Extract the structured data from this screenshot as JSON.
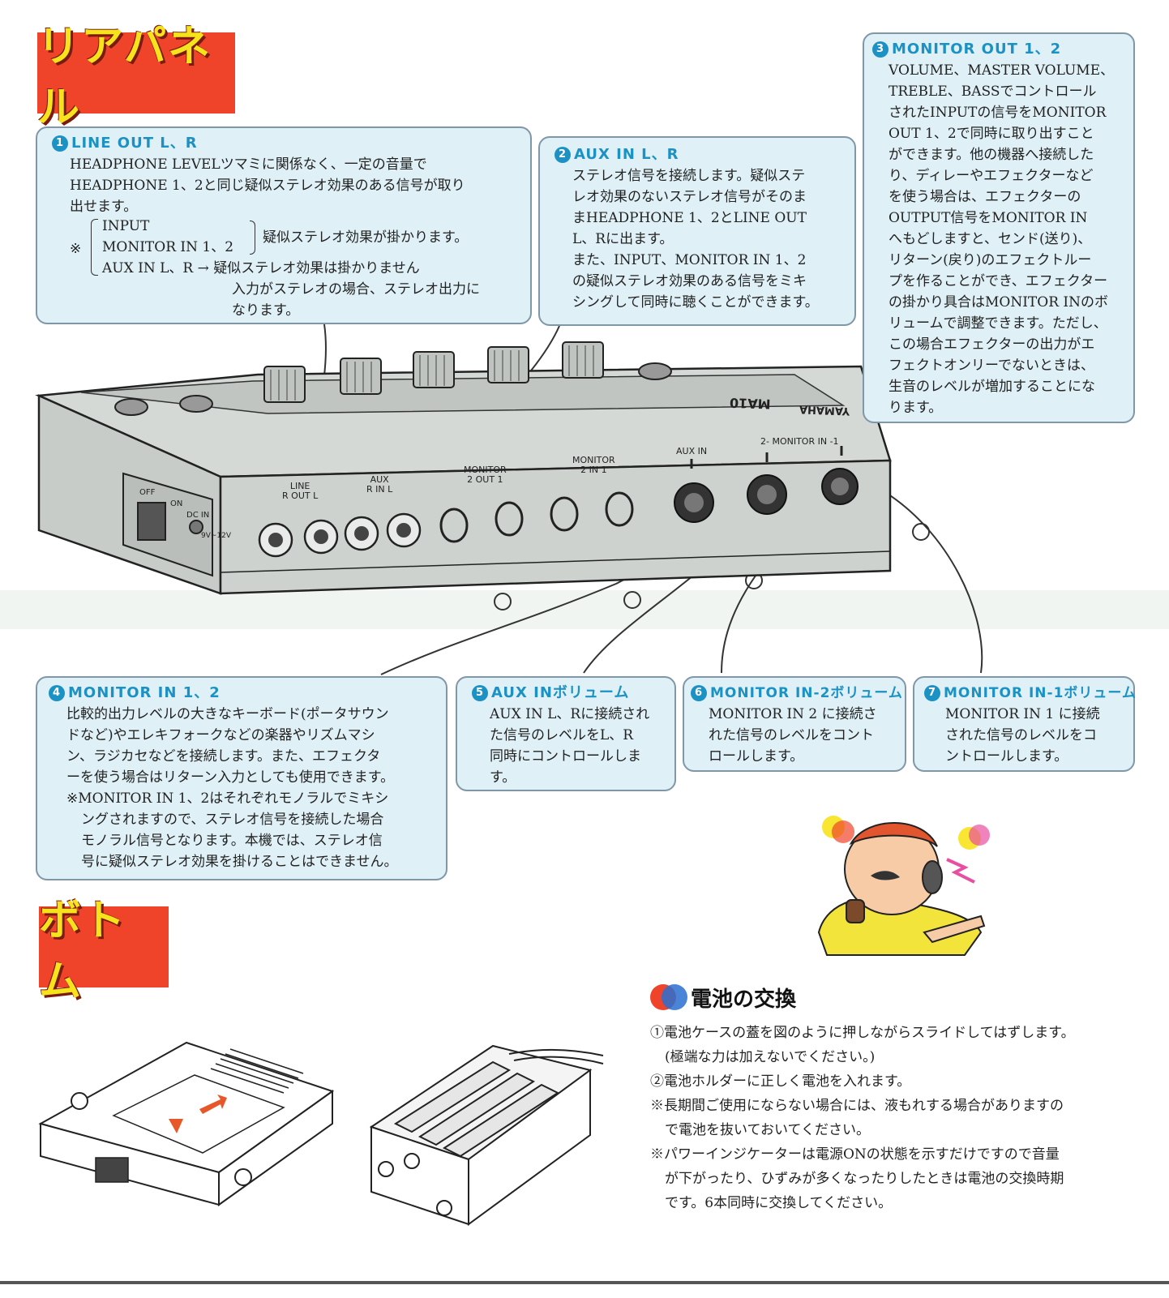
{
  "sections": {
    "rear": "リアパネル",
    "bottom": "ボトム"
  },
  "box1": {
    "num": "1",
    "title": "LINE OUT L、R",
    "line1": "HEADPHONE LEVELツマミに関係なく、一定の音量で",
    "line2": "HEADPHONE 1、2と同じ疑似ステレオ効果のある信号が取り",
    "line3": "出せます。",
    "note_mark": "※",
    "note_a": "INPUT",
    "note_b": "MONITOR IN 1、2",
    "note_ab": "疑似ステレオ効果が掛かります。",
    "note_c": "AUX IN L、R → 疑似ステレオ効果は掛かりません",
    "note_d": "入力がステレオの場合、ステレオ出力に",
    "note_e": "なります。"
  },
  "box2": {
    "num": "2",
    "title": "AUX IN L、R",
    "lines": [
      "ステレオ信号を接続します。疑似ステ",
      "レオ効果のないステレオ信号がそのま",
      "まHEADPHONE 1、2とLINE OUT",
      "L、Rに出ます。",
      "また、INPUT、MONITOR IN 1、2",
      "の疑似ステレオ効果のある信号をミキ",
      "シングして同時に聴くことができます。"
    ]
  },
  "box3": {
    "num": "3",
    "title": "MONITOR OUT 1、2",
    "lines": [
      "VOLUME、MASTER VOLUME、",
      "TREBLE、BASSでコントロール",
      "されたINPUTの信号をMONITOR",
      "OUT 1、2で同時に取り出すこと",
      "ができます。他の機器へ接続した",
      "り、ディレーやエフェクターなど",
      "を使う場合は、エフェクターの",
      "OUTPUT信号をMONITOR IN",
      "へもどしますと、センド(送り)、",
      "リターン(戻り)のエフェクトルー",
      "プを作ることができ、エフェクター",
      "の掛かり具合はMONITOR INのボ",
      "リュームで調整できます。ただし、",
      "この場合エフェクターの出力がエ",
      "フェクトオンリーでないときは、",
      "生音のレベルが増加することにな",
      "ります。"
    ]
  },
  "box4": {
    "num": "4",
    "title": "MONITOR IN 1、2",
    "lines": [
      "比較的出力レベルの大きなキーボード(ポータサウン",
      "ドなど)やエレキフォークなどの楽器やリズムマシ",
      "ン、ラジカセなどを接続します。また、エフェクタ",
      "ーを使う場合はリターン入力としても使用できます。",
      "※MONITOR IN 1、2はそれぞれモノラルでミキシ",
      "ングされますので、ステレオ信号を接続した場合",
      "モノラル信号となります。本機では、ステレオ信",
      "号に疑似ステレオ効果を掛けることはできません。"
    ]
  },
  "box5": {
    "num": "5",
    "title": "AUX INボリューム",
    "lines": [
      "AUX IN L、Rに接続され",
      "た信号のレベルをL、R",
      "同時にコントロールしま",
      "す。"
    ]
  },
  "box6": {
    "num": "6",
    "title": "MONITOR IN-2ボリューム",
    "lines": [
      "MONITOR IN 2 に接続さ",
      "れた信号のレベルをコント",
      "ロールします。"
    ]
  },
  "box7": {
    "num": "7",
    "title": "MONITOR IN-1ボリューム",
    "lines": [
      "MONITOR IN 1 に接続",
      "された信号のレベルをコ",
      "ントロールします。"
    ]
  },
  "device": {
    "brand": "YAMAHA",
    "model": "MA10",
    "switch_off": "OFF",
    "switch_on": "ON",
    "dc_in": "DC IN",
    "dc_voltage": "9V~12V",
    "line_out": "LINE",
    "line_out2": "OUT",
    "aux_in": "AUX",
    "aux_in2": "IN",
    "mon_out": "MONITOR",
    "mon_out2": "OUT",
    "mon_in": "MONITOR",
    "mon_in2": "IN",
    "aux_in_vol": "AUX IN",
    "mon_in_vol": "2- MONITOR IN -1",
    "r": "R",
    "l": "L",
    "two": "2",
    "one": "1"
  },
  "battery": {
    "title": "電池の交換",
    "lines": [
      "①電池ケースの蓋を図のように押しながらスライドしてはずします。",
      "(極端な力は加えないでください。)",
      "②電池ホルダーに正しく電池を入れます。",
      "※長期間ご使用にならない場合には、液もれする場合がありますの",
      "で電池を抜いておいてください。",
      "※パワーインジケーターは電源ONの状態を示すだけですので音量",
      "が下がったり、ひずみが多くなったりしたときは電池の交換時期",
      "です。6本同時に交換してください。"
    ]
  },
  "colors": {
    "accent_red": "#f0442a",
    "accent_yellow": "#f7e31c",
    "box_bg": "#dff0f6",
    "title_blue": "#1c92c4"
  }
}
